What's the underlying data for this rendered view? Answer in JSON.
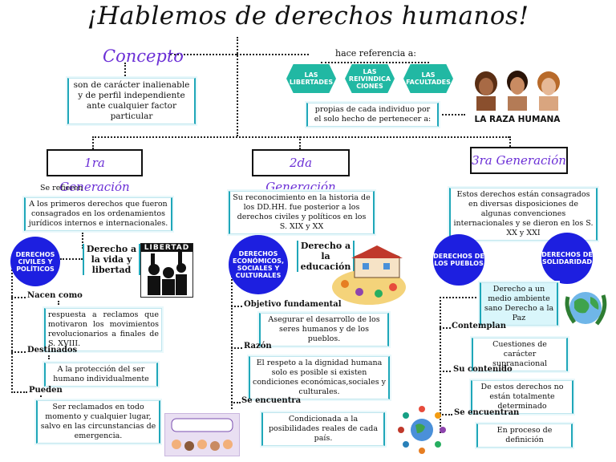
{
  "title": "¡Hablemos de derechos humanos!",
  "concept": {
    "label": "Concepto",
    "definition": "son de carácter inalienable y de perfil independiente ante cualquier factor particular",
    "refers_to": "hace referencia a:",
    "hexagons": [
      "LAS LIBERTADES",
      "LAS REIVINDICACIONES",
      "LAS FACULTADES"
    ],
    "hex_display": [
      "LAS\nLIBERTADES",
      "LAS\nREIVINDICA\nCIONES",
      "LAS\nFACULTADES"
    ],
    "inherent": "propias de cada individuo por el solo hecho de pertenecer a:",
    "race_caption": "LA RAZA HUMANA"
  },
  "gen1": {
    "title": "1ra Generación",
    "refer_label": "Se refieren",
    "description": "A los primeros derechos que fueron consagrados en los ordenamientos jurídicos internos e internacionales.",
    "circle": "DERECHOS CIVILES Y POLÍTICOS",
    "right_example": "Derecho a la vida y libertad",
    "image_text": "LIBERTAD",
    "born_label": "Nacen como",
    "born_text": "respuesta a reclamos que motivaron los movimientos revolucionarios a finales de S. XVIII.",
    "destined_label": "Destinados",
    "destined_text": "A la protección del ser humano individualmente",
    "can_label": "Pueden",
    "can_text": "Ser reclamados en todo momento y cualquier lugar, salvo en las circunstancias de emergencia."
  },
  "gen2": {
    "title": "2da Generación",
    "description": "Su reconocimiento en la historia de los DD.HH. fue posterior a los derechos civiles y políticos en los S. XIX y XX",
    "circle": "DERECHOS ECONÓMICOS, SOCIALES Y CULTURALES",
    "right_example": "Derecho a la educación",
    "objective_label": "Objetivo fundamental",
    "objective_text": "Asegurar el desarrollo de los seres humanos y de los pueblos.",
    "reason_label": "Razón",
    "reason_text": "El respeto a la dignidad humana solo es posible si existen condiciones económicas,sociales y culturales.",
    "found_label": "Se encuentra",
    "found_text": "Condicionada a la posibilidades reales de cada país."
  },
  "gen3": {
    "title": "3ra Generación",
    "description": "Estos derechos están consagrados en diversas disposiciones de algunas convenciones internacionales y se dieron en los S. XX y XXI",
    "circle_left": "DERECHOS DE LOS PUEBLOS",
    "circle_right": "DERECHOS DE SOLIDARIDAD",
    "right_example": "Derecho a un medio ambiente sano Derecho a la Paz",
    "contemplate_label": "Contemplan",
    "contemplate_text": "Cuestiones de carácter supranacional",
    "content_label": "Su contenido",
    "content_text": "De estos derechos no están totalmente determinado",
    "found_label": "Se encuentran",
    "found_text": "En proceso de definición"
  },
  "colors": {
    "accent_purple": "#6b2fd6",
    "hexagon_teal": "#21b8a3",
    "circle_blue": "#1d1fe0",
    "box_border": "#1fa7b9"
  }
}
